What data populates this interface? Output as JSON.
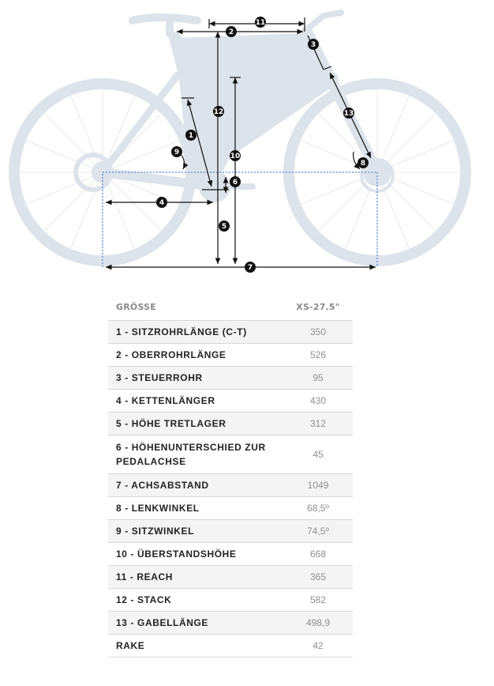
{
  "diagram": {
    "markers": [
      "1",
      "2",
      "3",
      "4",
      "5",
      "6",
      "7",
      "8",
      "9",
      "10",
      "11",
      "12",
      "13"
    ]
  },
  "table": {
    "header": {
      "label": "GRÖSSE",
      "value": "XS-27.5\""
    },
    "rows": [
      {
        "label": "1 - SITZROHRLÄNGE (C-T)",
        "value": "350"
      },
      {
        "label": "2 - OBERROHRLÄNGE",
        "value": "526"
      },
      {
        "label": "3 - STEUERROHR",
        "value": "95"
      },
      {
        "label": "4 - KETTENLÄNGER",
        "value": "430"
      },
      {
        "label": "5 - HÖHE TRETLAGER",
        "value": "312"
      },
      {
        "label": "6 - HÖHENUNTERSCHIED ZUR PEDALACHSE",
        "value": "45"
      },
      {
        "label": "7 - ACHSABSTAND",
        "value": "1049"
      },
      {
        "label": "8 - LENKWINKEL",
        "value": "68,5º"
      },
      {
        "label": "9 - SITZWINKEL",
        "value": "74,5º"
      },
      {
        "label": "10 - ÜBERSTANDSHÖHE",
        "value": "668"
      },
      {
        "label": "11 - REACH",
        "value": "365"
      },
      {
        "label": "12 - STACK",
        "value": "582"
      },
      {
        "label": "13 - GABELLÄNGE",
        "value": "498,9"
      },
      {
        "label": "RAKE",
        "value": "42"
      }
    ]
  }
}
